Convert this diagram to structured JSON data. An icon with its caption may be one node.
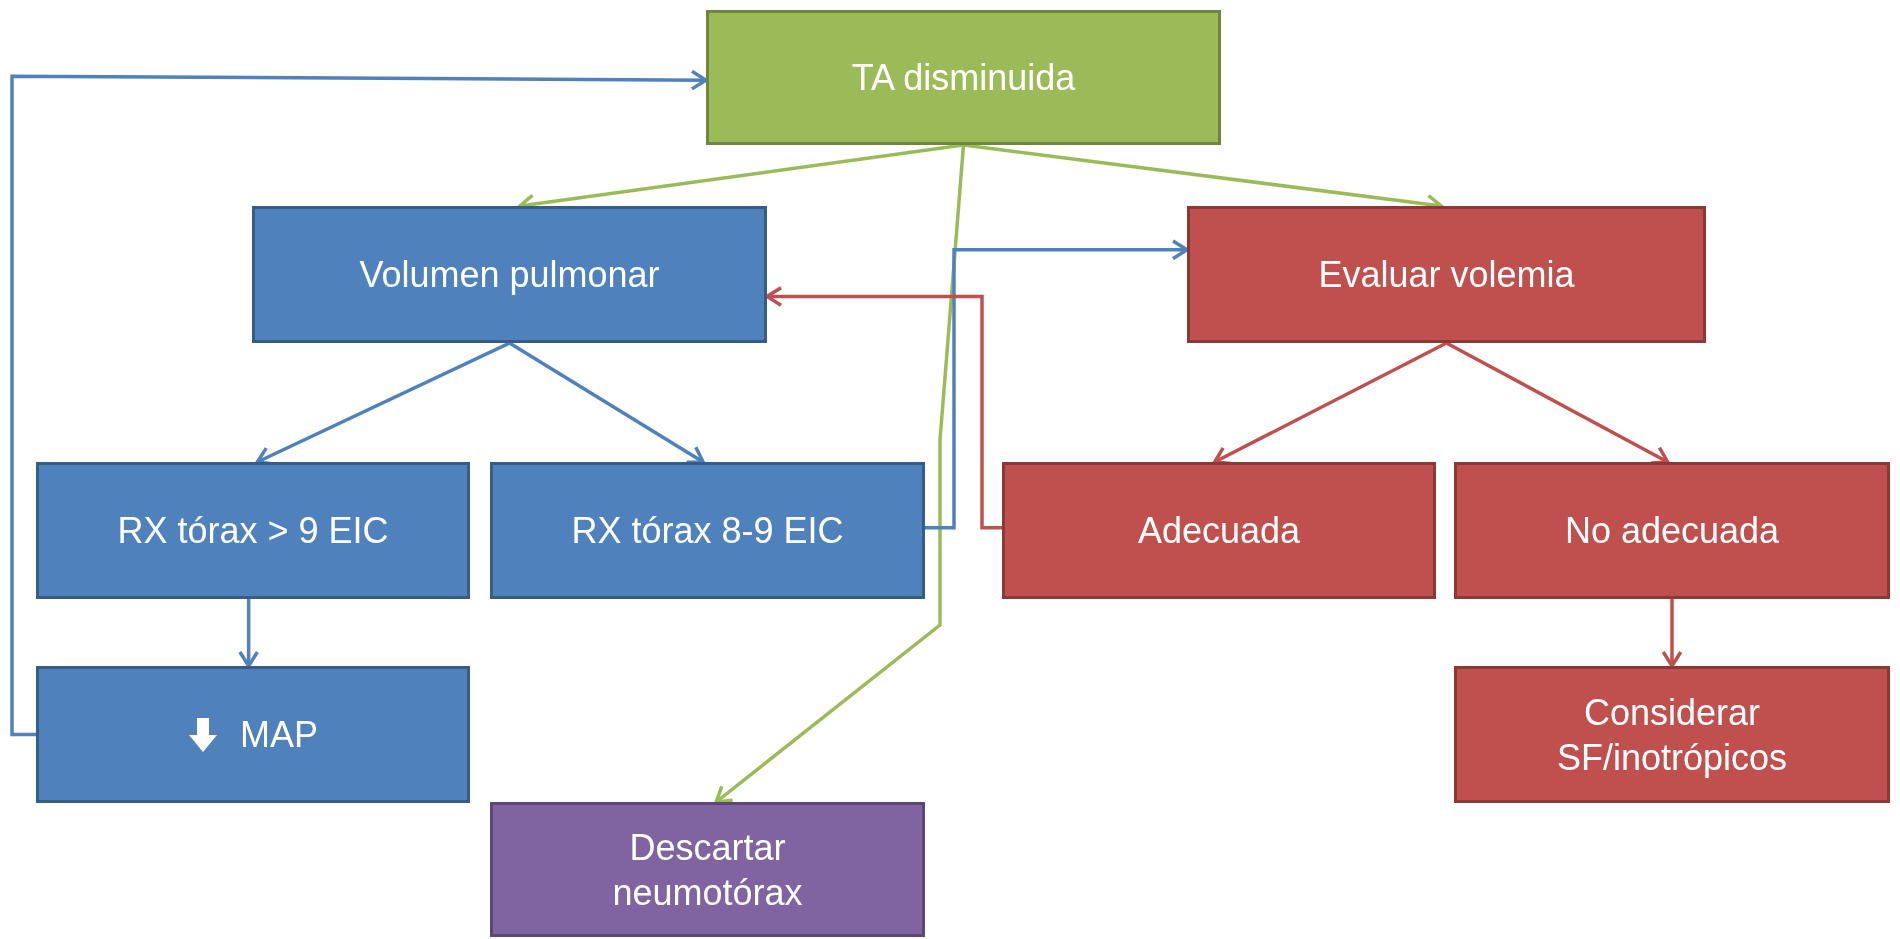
{
  "diagram": {
    "nodes": [
      {
        "text": [
          "TA disminuida"
        ]
      },
      {
        "text": [
          "Volumen pulmonar"
        ]
      },
      {
        "text": [
          "Evaluar volemia"
        ]
      },
      {
        "text": [
          "RX tórax > 9 EIC"
        ]
      },
      {
        "text": [
          "RX tórax 8-9 EIC"
        ]
      },
      {
        "text": [
          "Adecuada"
        ]
      },
      {
        "text": [
          "No adecuada"
        ]
      },
      {
        "text": [
          "MAP"
        ]
      },
      {
        "text": [
          "Considerar SF/inotrópicos"
        ]
      },
      {
        "text": [
          "Descartar neumotórax"
        ]
      }
    ],
    "edges": [
      {
        "from": 0,
        "to": 1,
        "arrow": "to",
        "color": "#9bbb59"
      },
      {
        "from": 0,
        "to": 2,
        "arrow": "to",
        "color": "#9bbb59"
      },
      {
        "from": 0,
        "to": 9,
        "arrow": "to",
        "color": "#9bbb59"
      },
      {
        "from": 1,
        "to": 3,
        "arrow": "to"
      },
      {
        "from": 1,
        "to": 4,
        "arrow": "to"
      },
      {
        "from": 3,
        "to": 7,
        "arrow": "to"
      },
      {
        "from": 7,
        "to": 0,
        "arrow": "to"
      },
      {
        "from": 4,
        "to": 2,
        "arrow": "to"
      },
      {
        "from": 5,
        "to": 1,
        "arrow": "to",
        "color": "#c0504d"
      },
      {
        "from": 2,
        "to": 5,
        "arrow": "to",
        "color": "#c0504d"
      },
      {
        "from": 2,
        "to": 6,
        "arrow": "to",
        "color": "#c0504d"
      },
      {
        "from": 6,
        "to": 8,
        "arrow": "to",
        "color": "#c0504d"
      }
    ]
  }
}
